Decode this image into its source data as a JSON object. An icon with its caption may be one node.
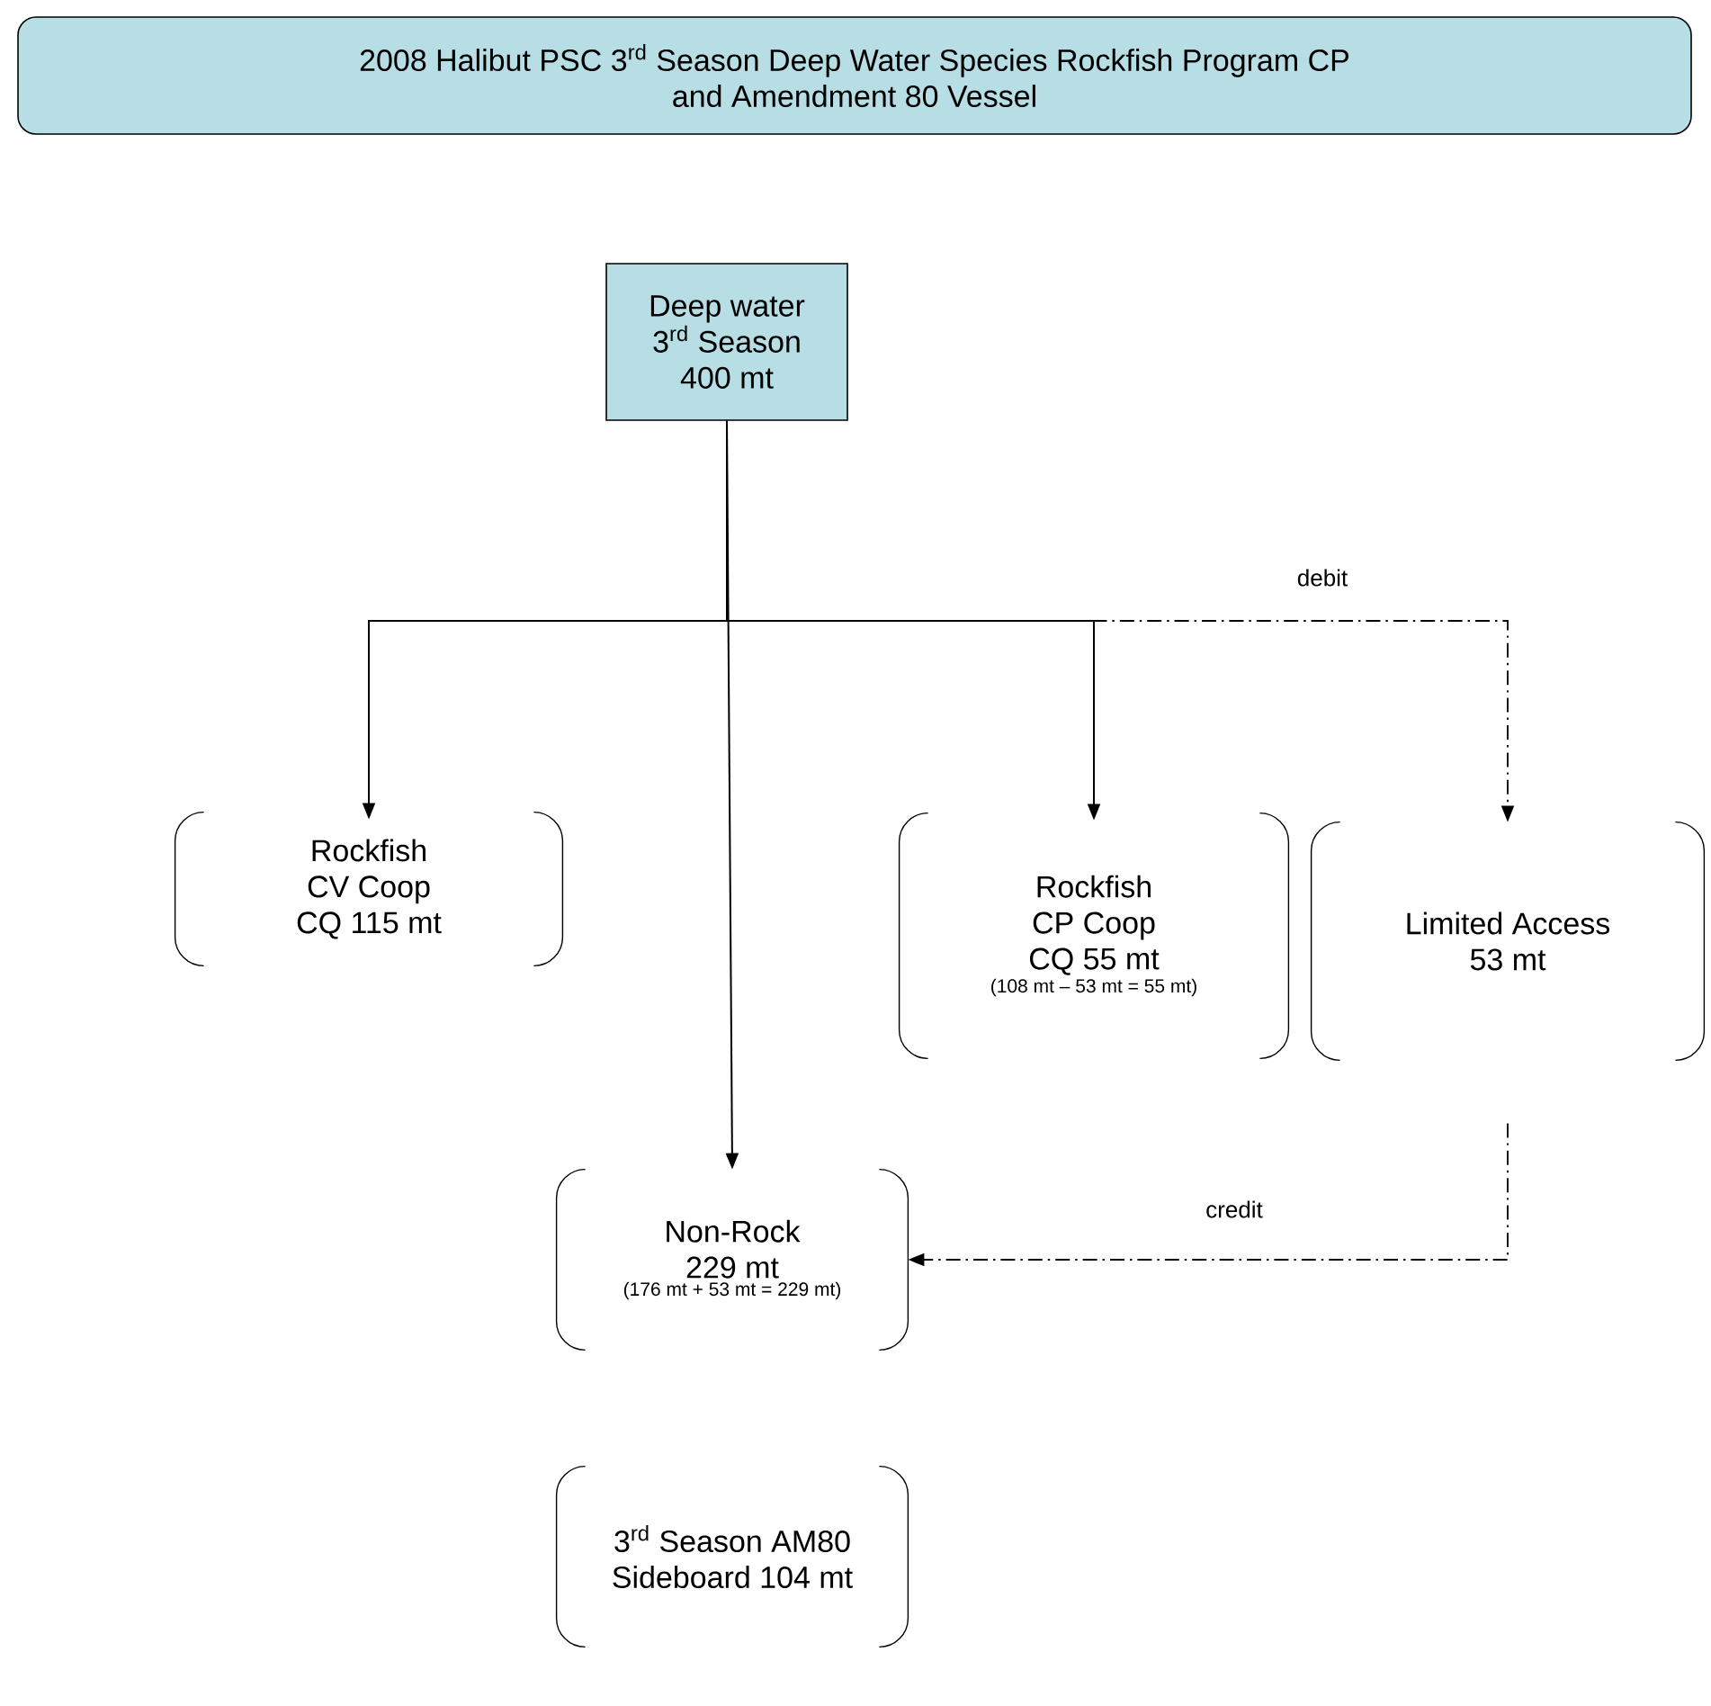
{
  "diagram": {
    "nodes": [
      {
        "text": [
          "2008 Halibut PSC 3$^{rd}$ Season Deep Water Species Rockfish Program CP and Amendment 80 Vessel"
        ]
      },
      {
        "text": [
          "Deep water 3$^{rd}$ Season 400 mt"
        ]
      },
      {
        "text": [
          "Rockfish CV Coop CQ 115 mt"
        ]
      },
      {
        "text": [
          "Rockfish CP Coop CQ 55 mt",
          "(108 mt – 53 mt = 55 mt)"
        ]
      },
      {
        "text": [
          "Limited Access 53 mt"
        ]
      },
      {
        "text": [
          "Non-Rock 229 mt",
          "(176 mt + 53 mt = 229 mt)"
        ]
      },
      {
        "text": [
          "3$^{rd}$ Season AM80 Sideboard 104 mt"
        ]
      }
    ],
    "edges": [
      {
        "from": 1,
        "to": 2,
        "arrow": "to"
      },
      {
        "from": 1,
        "to": 3,
        "arrow": "to"
      },
      {
        "from": 1,
        "to": 5,
        "arrow": "to"
      },
      {
        "from": null,
        "to": 4,
        "arrow": "to",
        "label": "debit",
        "style": "dashed"
      },
      {
        "from": 4,
        "to": 5,
        "arrow": "to",
        "label": "credit",
        "style": "dashed"
      }
    ]
  }
}
